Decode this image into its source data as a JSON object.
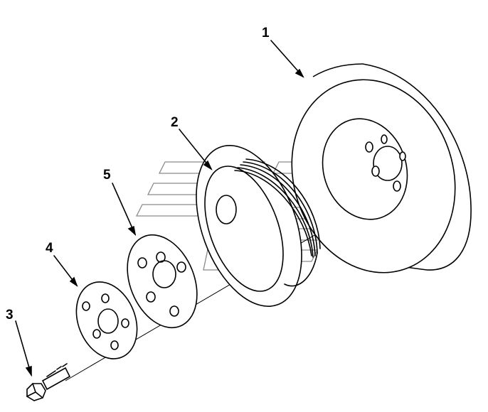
{
  "diagram": {
    "callouts": [
      {
        "id": "1",
        "text": "1",
        "part": "damper-pulley"
      },
      {
        "id": "2",
        "text": "2",
        "part": "crankshaft-pulley"
      },
      {
        "id": "3",
        "text": "3",
        "part": "bolt"
      },
      {
        "id": "4",
        "text": "4",
        "part": "washer"
      },
      {
        "id": "5",
        "text": "5",
        "part": "spacer-plate"
      }
    ],
    "colors": {
      "line": "#000000",
      "background": "#ffffff",
      "watermark": "#8a8a8a"
    }
  }
}
